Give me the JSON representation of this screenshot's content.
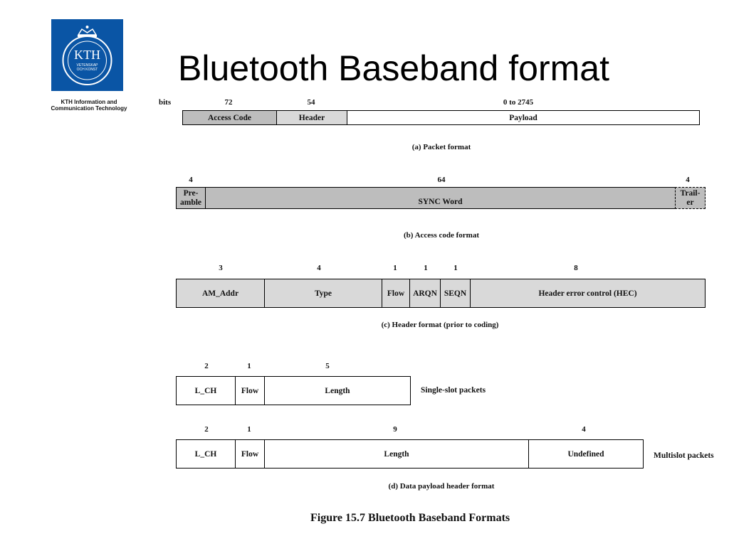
{
  "title": "Bluetooth Baseband format",
  "logo": {
    "text": "KTH",
    "line1": "VETENSKAP",
    "line2": "OCH KONST"
  },
  "org_line1": "KTH Information and",
  "org_line2": "Communication Technology",
  "packet_format": {
    "bits_label": "bits",
    "sizes": [
      "72",
      "54",
      "0 to 2745"
    ],
    "fields": [
      "Access Code",
      "Header",
      "Payload"
    ],
    "caption": "(a) Packet format"
  },
  "access_code_format": {
    "sizes": [
      "4",
      "64",
      "4"
    ],
    "fields": {
      "preamble_1": "Pre-",
      "preamble_2": "amble",
      "sync": "SYNC Word",
      "trailer_1": "Trail-",
      "trailer_2": "er"
    },
    "caption": "(b) Access code format"
  },
  "header_format": {
    "sizes": [
      "3",
      "4",
      "1",
      "1",
      "1",
      "8"
    ],
    "fields": [
      "AM_Addr",
      "Type",
      "Flow",
      "ARQN",
      "SEQN",
      "Header error control (HEC)"
    ],
    "caption": "(c) Header format (prior to coding)"
  },
  "single_slot": {
    "sizes": [
      "2",
      "1",
      "5"
    ],
    "fields": [
      "L_CH",
      "Flow",
      "Length"
    ],
    "label": "Single-slot packets"
  },
  "multislot": {
    "sizes": [
      "2",
      "1",
      "9",
      "4"
    ],
    "fields": [
      "L_CH",
      "Flow",
      "Length",
      "Undefined"
    ],
    "label": "Multislot packets"
  },
  "data_payload_caption": "(d) Data payload header format",
  "figure_caption": "Figure 15.7  Bluetooth Baseband Formats"
}
